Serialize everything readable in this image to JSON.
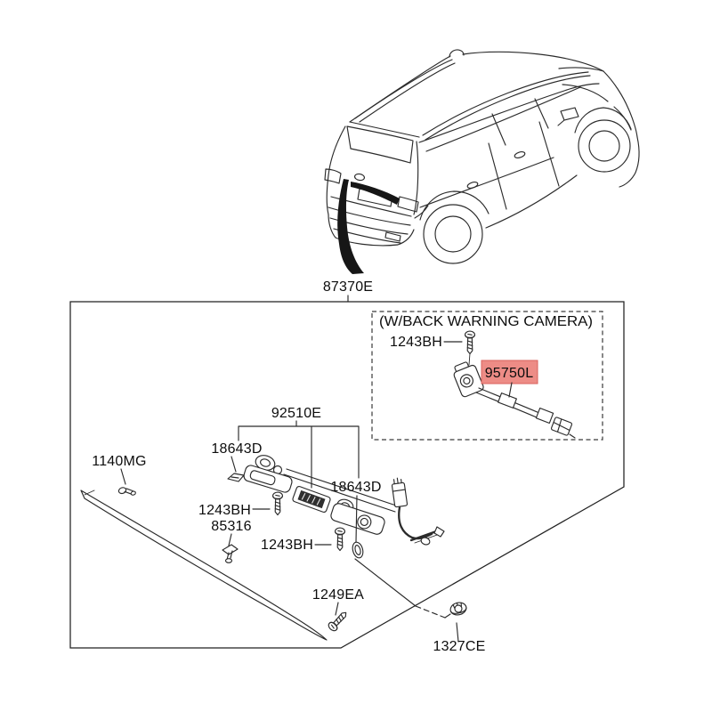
{
  "colors": {
    "background": "#ffffff",
    "line": "#2b2b2b",
    "highlight_bg": "#ed8c86",
    "highlight_border": "#d9625c",
    "highlight_text": "#a6251e"
  },
  "vehicle_callout": {
    "part_number": "87370E"
  },
  "camera_section": {
    "heading": "(W/BACK WARNING CAMERA)",
    "screw": "1243BH",
    "camera": "95750L"
  },
  "parts": {
    "rear_garnish_assembly": "92510E",
    "lamp_left": "18643D",
    "lamp_right": "18643D",
    "clip_garnish": "1140MG",
    "screw_upper": "1243BH",
    "retainer": "85316",
    "screw_lower": "1243BH",
    "screw_garnish": "1249EA",
    "nut": "1327CE"
  }
}
